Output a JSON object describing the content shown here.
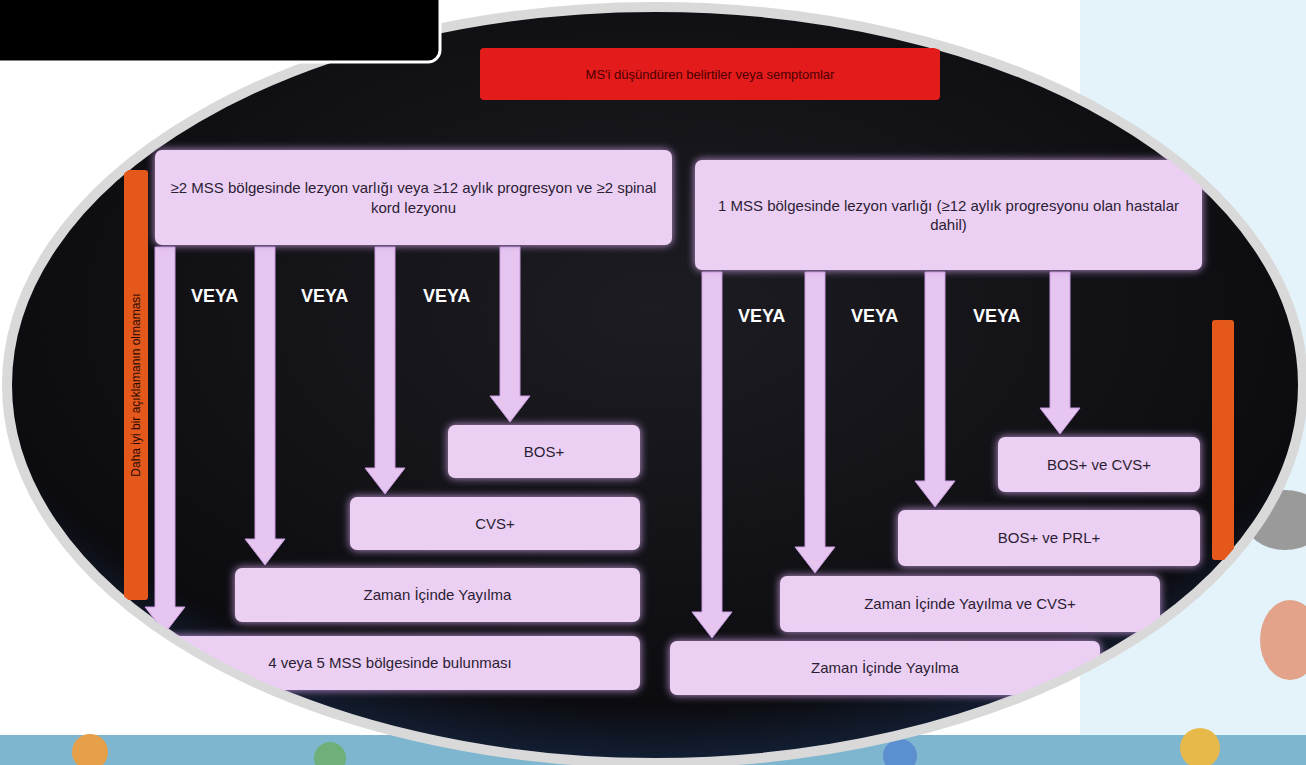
{
  "diagram": {
    "nodes": [
      {
        "text": [
          "MS'i düşündüren belirtiler veya semptomlar"
        ]
      },
      {
        "text": [
          "≥2 MSS bölgesinde lezyon varlığı veya ≥12 aylık progresyon ve ≥2 spinal kord lezyonu"
        ]
      },
      {
        "text": [
          "1 MSS bölgesinde lezyon varlığı (≥12 aylık progresyonu olan hastalar dahil)"
        ]
      },
      {
        "text": [
          "BOS+"
        ]
      },
      {
        "text": [
          "CVS+"
        ]
      },
      {
        "text": [
          "Zaman İçinde Yayılma"
        ]
      },
      {
        "text": [
          "4 veya 5 MSS bölgesinde bulunması"
        ]
      },
      {
        "text": [
          "BOS+ ve CVS+"
        ]
      },
      {
        "text": [
          "BOS+ ve PRL+"
        ]
      },
      {
        "text": [
          "Zaman İçinde Yayılma ve CVS+"
        ]
      },
      {
        "text": [
          "Zaman İçinde Yayılma"
        ]
      },
      {
        "text": [
          "Daha iyi bir açıklamanın olmaması"
        ]
      }
    ],
    "edges": [
      {
        "from": 1,
        "to": 6,
        "arrow": "to"
      },
      {
        "from": 1,
        "to": 5,
        "arrow": "to"
      },
      {
        "from": 1,
        "to": 4,
        "arrow": "to"
      },
      {
        "from": 1,
        "to": 3,
        "arrow": "to"
      },
      {
        "from": 2,
        "to": 10,
        "arrow": "to"
      },
      {
        "from": 2,
        "to": 9,
        "arrow": "to"
      },
      {
        "from": 2,
        "to": 8,
        "arrow": "to"
      },
      {
        "from": 2,
        "to": 7,
        "arrow": "to"
      }
    ],
    "labels": [
      "VEYA",
      "VEYA",
      "VEYA",
      "VEYA",
      "VEYA",
      "VEYA"
    ]
  }
}
